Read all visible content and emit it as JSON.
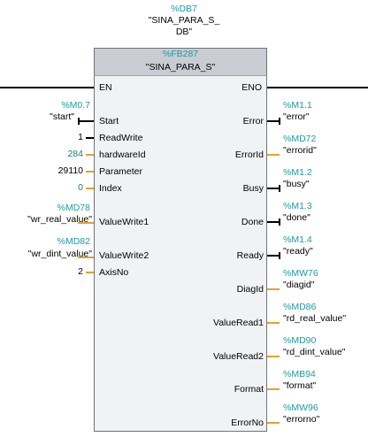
{
  "db": {
    "address": "%DB7",
    "name_line1": "\"SINA_PARA_S_",
    "name_line2": "DB\""
  },
  "fb": {
    "address": "%FB287",
    "name": "\"SINA_PARA_S\""
  },
  "en": {
    "label": "EN"
  },
  "eno": {
    "label": "ENO"
  },
  "inputs": [
    {
      "pin": "Start",
      "address": "%M0.7",
      "value": "\"start\"",
      "kind": "bool"
    },
    {
      "pin": "ReadWrite",
      "address": "",
      "value": "1",
      "kind": "const"
    },
    {
      "pin": "hardwareId",
      "address": "",
      "value": "284",
      "kind": "const-tealish"
    },
    {
      "pin": "Parameter",
      "address": "",
      "value": "29110",
      "kind": "const"
    },
    {
      "pin": "Index",
      "address": "",
      "value": "0",
      "kind": "const-tealish"
    },
    {
      "pin": "ValueWrite1",
      "address": "%MD78",
      "value": "\"wr_real_value\"",
      "kind": "word"
    },
    {
      "pin": "ValueWrite2",
      "address": "%MD82",
      "value": "\"wr_dint_value\"",
      "kind": "word"
    },
    {
      "pin": "AxisNo",
      "address": "",
      "value": "2",
      "kind": "const"
    }
  ],
  "outputs": [
    {
      "pin": "Error",
      "address": "%M1.1",
      "value": "\"error\"",
      "kind": "bool"
    },
    {
      "pin": "ErrorId",
      "address": "%MD72",
      "value": "\"errorid\"",
      "kind": "word"
    },
    {
      "pin": "Busy",
      "address": "%M1.2",
      "value": "\"busy\"",
      "kind": "bool"
    },
    {
      "pin": "Done",
      "address": "%M1.3",
      "value": "\"done\"",
      "kind": "bool"
    },
    {
      "pin": "Ready",
      "address": "%M1.4",
      "value": "\"ready\"",
      "kind": "bool"
    },
    {
      "pin": "DiagId",
      "address": "%MW76",
      "value": "\"diagid\"",
      "kind": "word"
    },
    {
      "pin": "ValueRead1",
      "address": "%MD86",
      "value": "\"rd_real_value\"",
      "kind": "word"
    },
    {
      "pin": "ValueRead2",
      "address": "%MD90",
      "value": "\"rd_dint_value\"",
      "kind": "word"
    },
    {
      "pin": "Format",
      "address": "%MB94",
      "value": "\"format\"",
      "kind": "word"
    },
    {
      "pin": "ErrorNo",
      "address": "%MW96",
      "value": "\"errorno\"",
      "kind": "word"
    }
  ],
  "colors": {
    "address": "#1f9aa3",
    "bool_wire": "#000000",
    "word_wire": "#e0a42b",
    "block_fill": "#f1f2f4",
    "header_fill": "#c9ccd2"
  }
}
